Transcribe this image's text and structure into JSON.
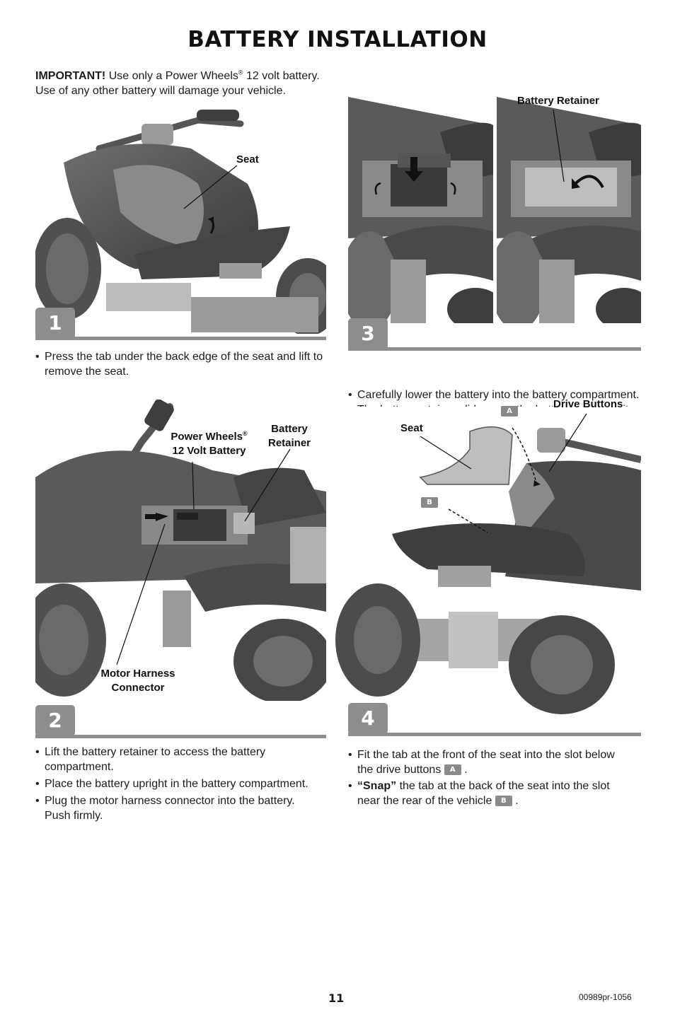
{
  "page": {
    "title": "BATTERY INSTALLATION",
    "page_number": "11",
    "doc_code": "00989pr-1056"
  },
  "intro": {
    "important_label": "IMPORTANT!",
    "text_before_mark": " Use only a Power Wheels",
    "registered_mark": "®",
    "text_after_mark": " 12 volt battery.",
    "line2": "Use of any other battery will damage your vehicle."
  },
  "step1": {
    "number": "1",
    "label_seat": "Seat",
    "bullets": [
      "Press the tab under the back edge of the seat and lift to remove the seat."
    ]
  },
  "step2": {
    "number": "2",
    "label_battery_line1": "Power Wheels",
    "label_battery_mark": "®",
    "label_battery_line2": "12 Volt Battery",
    "label_retainer_line1": "Battery",
    "label_retainer_line2": "Retainer",
    "label_motor_line1": "Motor Harness",
    "label_motor_line2": "Connector",
    "bullets": [
      "Lift the battery retainer to access the battery compartment.",
      "Place the battery upright in the battery compartment.",
      "Plug the motor harness connector into the battery. Push firmly."
    ]
  },
  "step3": {
    "number": "3",
    "label_retainer": "Battery Retainer",
    "bullets": [
      "Carefully lower the battery into the battery compartment. The battery retainer slides over the battery to secure it."
    ]
  },
  "step4": {
    "number": "4",
    "label_seat": "Seat",
    "label_drive": "Drive Buttons",
    "tag_a": "A",
    "tag_b": "B",
    "bullet1_text": "Fit the tab at the front of the seat into the slot below the drive buttons",
    "bullet1_end": ".",
    "bullet2_bold": "“Snap”",
    "bullet2_text": " the tab at the back of the seat into the slot near the rear of the vehicle",
    "bullet2_end": "."
  },
  "bullet_symbol": "•",
  "icons": [
    "down-arrow-icon",
    "curved-arrow-icon",
    "tab-marker-icon"
  ],
  "colors": {
    "step_gray": "#8d8d8d",
    "rule_gray": "#8e8e8e",
    "text": "#1c1c1c"
  }
}
